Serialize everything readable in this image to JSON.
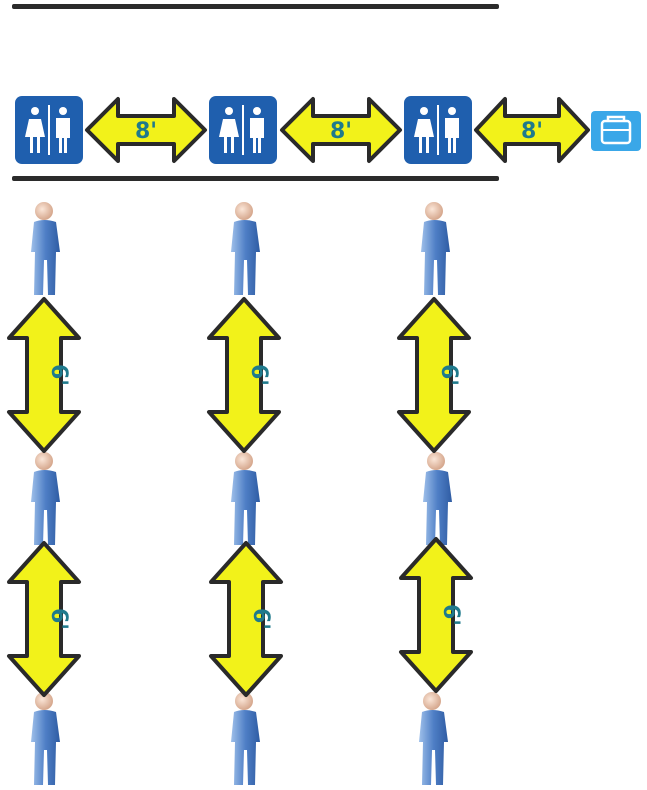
{
  "diagram": {
    "restroom_spacing_label": "8'",
    "line_spacing_label": "6'",
    "restroom_icons": [
      "restroom-icon",
      "restroom-icon",
      "restroom-icon"
    ],
    "end_icon": "luggage-icon",
    "columns": 3,
    "people_per_column": 3,
    "colors": {
      "sign_blue": "#1f5fae",
      "end_icon_blue": "#3aa7e8",
      "arrow_fill": "#f2f21a",
      "arrow_stroke": "#2a2a2a",
      "label": "#1f7a8c",
      "person_blue": "#4f7fc6"
    }
  }
}
